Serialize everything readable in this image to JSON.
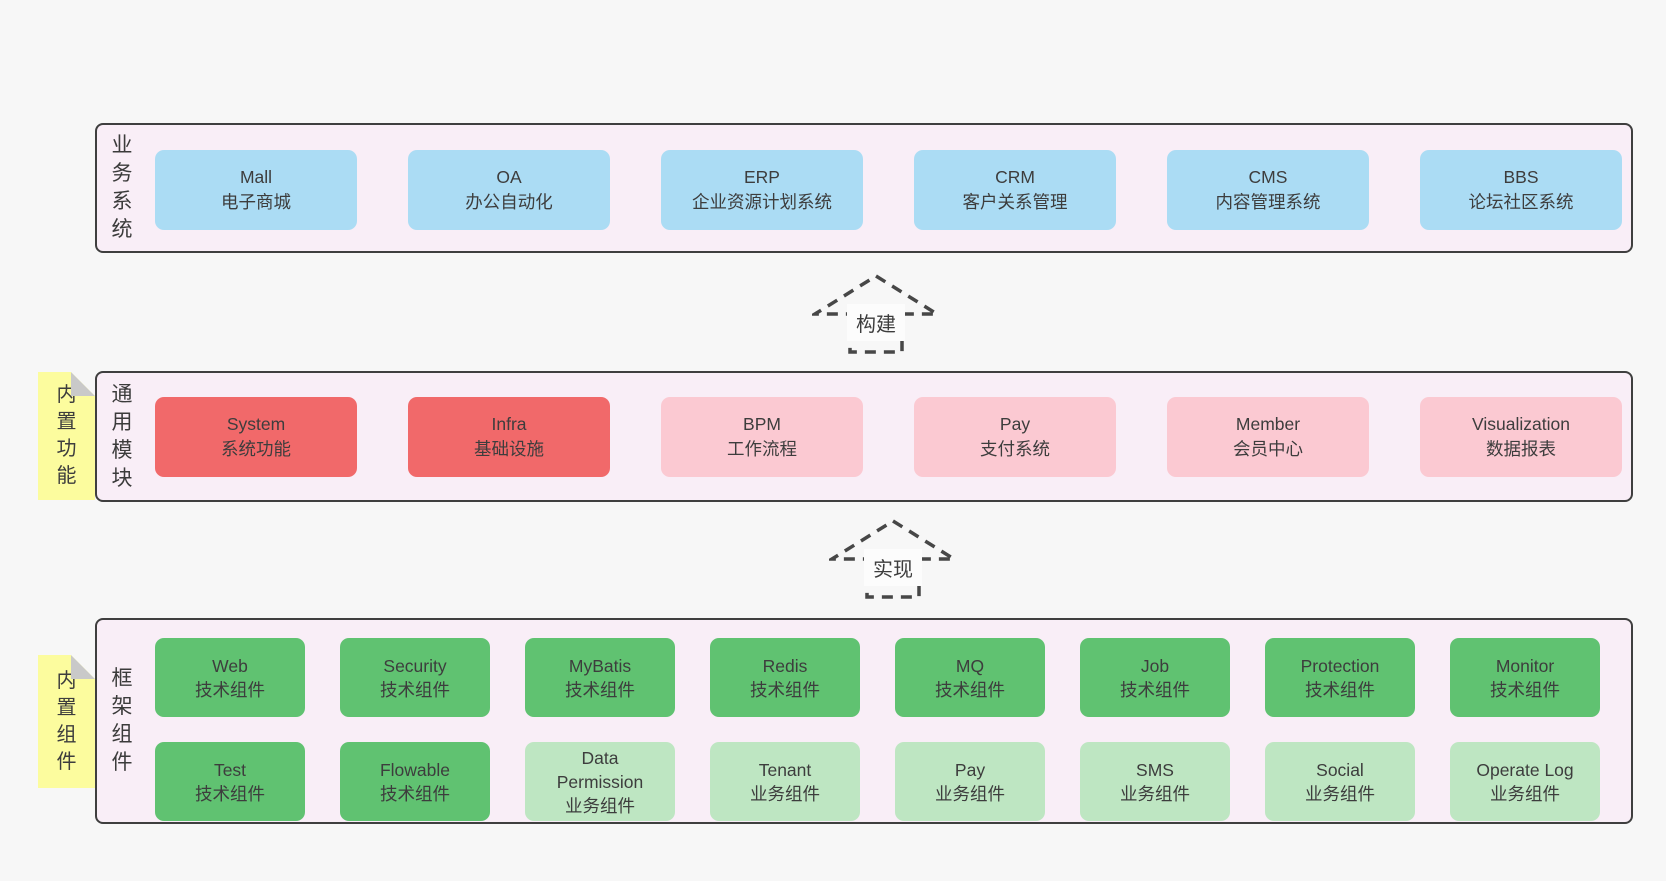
{
  "diagram": {
    "panels": [
      {
        "label": "业务系统",
        "boxes": [
          {
            "title": "Mall",
            "subtitle": "电子商城",
            "variant": "blue"
          },
          {
            "title": "OA",
            "subtitle": "办公自动化",
            "variant": "blue"
          },
          {
            "title": "ERP",
            "subtitle": "企业资源计划系统",
            "variant": "blue"
          },
          {
            "title": "CRM",
            "subtitle": "客户关系管理",
            "variant": "blue"
          },
          {
            "title": "CMS",
            "subtitle": "内容管理系统",
            "variant": "blue"
          },
          {
            "title": "BBS",
            "subtitle": "论坛社区系统",
            "variant": "blue"
          }
        ]
      },
      {
        "label": "通用模块",
        "sticky": "内置功能",
        "boxes": [
          {
            "title": "System",
            "subtitle": "系统功能",
            "variant": "red"
          },
          {
            "title": "Infra",
            "subtitle": "基础设施",
            "variant": "red"
          },
          {
            "title": "BPM",
            "subtitle": "工作流程",
            "variant": "pink"
          },
          {
            "title": "Pay",
            "subtitle": "支付系统",
            "variant": "pink"
          },
          {
            "title": "Member",
            "subtitle": "会员中心",
            "variant": "pink"
          },
          {
            "title": "Visualization",
            "subtitle": "数据报表",
            "variant": "pink"
          }
        ]
      },
      {
        "label": "框架组件",
        "sticky": "内置组件",
        "rows": [
          [
            {
              "title": "Web",
              "subtitle": "技术组件",
              "variant": "green"
            },
            {
              "title": "Security",
              "subtitle": "技术组件",
              "variant": "green"
            },
            {
              "title": "MyBatis",
              "subtitle": "技术组件",
              "variant": "green"
            },
            {
              "title": "Redis",
              "subtitle": "技术组件",
              "variant": "green"
            },
            {
              "title": "MQ",
              "subtitle": "技术组件",
              "variant": "green"
            },
            {
              "title": "Job",
              "subtitle": "技术组件",
              "variant": "green"
            },
            {
              "title": "Protection",
              "subtitle": "技术组件",
              "variant": "green"
            },
            {
              "title": "Monitor",
              "subtitle": "技术组件",
              "variant": "green"
            }
          ],
          [
            {
              "title": "Test",
              "subtitle": "技术组件",
              "variant": "green"
            },
            {
              "title": "Flowable",
              "subtitle": "技术组件",
              "variant": "green"
            },
            {
              "title": "Data Permission",
              "subtitle": "业务组件",
              "variant": "green-light"
            },
            {
              "title": "Tenant",
              "subtitle": "业务组件",
              "variant": "green-light"
            },
            {
              "title": "Pay",
              "subtitle": "业务组件",
              "variant": "green-light"
            },
            {
              "title": "SMS",
              "subtitle": "业务组件",
              "variant": "green-light"
            },
            {
              "title": "Social",
              "subtitle": "业务组件",
              "variant": "green-light"
            },
            {
              "title": "Operate Log",
              "subtitle": "业务组件",
              "variant": "green-light"
            }
          ]
        ]
      }
    ],
    "arrows": [
      {
        "label": "构建"
      },
      {
        "label": "实现"
      }
    ],
    "colors": {
      "page_bg": "#f7f7f7",
      "panel_bg": "#f9eef7",
      "panel_border": "#3f3f3f",
      "blue": "#abdcf4",
      "red": "#f1696a",
      "pink": "#fbc9d2",
      "green": "#60c271",
      "green_light": "#bee6c2",
      "sticky_yellow": "#fcfc9e",
      "fold_gray": "#c9c9c9",
      "text": "#3d3d3d"
    }
  }
}
